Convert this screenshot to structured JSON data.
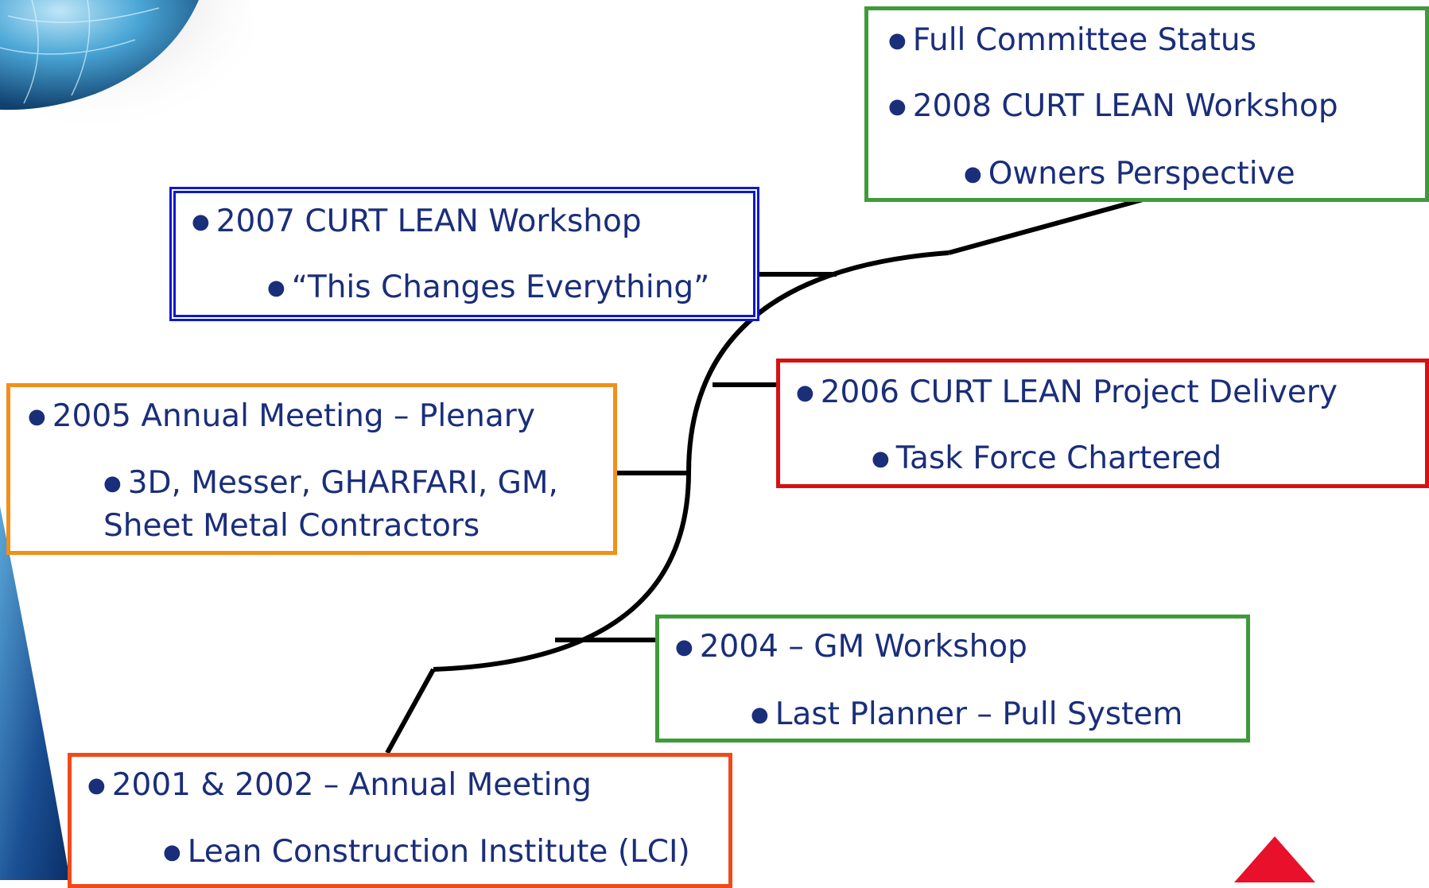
{
  "boxes": {
    "b2008": {
      "line1": "Full Committee Status",
      "line2": "2008 CURT LEAN Workshop",
      "line3": "Owners Perspective"
    },
    "b2007": {
      "line1": "2007 CURT LEAN Workshop",
      "line2": "“This Changes Everything”"
    },
    "b2006": {
      "line1": "2006 CURT LEAN Project Delivery",
      "line2": "Task Force Chartered"
    },
    "b2005": {
      "line1": "2005 Annual Meeting – Plenary",
      "line2": "3D, Messer, GHARFARI, GM,",
      "line3": "Sheet Metal Contractors"
    },
    "b2004": {
      "line1": "2004 – GM Workshop",
      "line2": "Last Planner – Pull System"
    },
    "b2001": {
      "line1": "2001 & 2002 – Annual Meeting",
      "line2": "Lean Construction Institute (LCI)"
    }
  },
  "colors": {
    "text": "#1a2e7a",
    "green": "#3e9b3a",
    "blue": "#0c18d0",
    "red": "#d81010",
    "orange": "#f0901a",
    "orange_red": "#f04a1a",
    "arrow_red": "#e8102a"
  },
  "decor": [
    "globe-graphic",
    "blue-swoosh",
    "red-triangle"
  ]
}
